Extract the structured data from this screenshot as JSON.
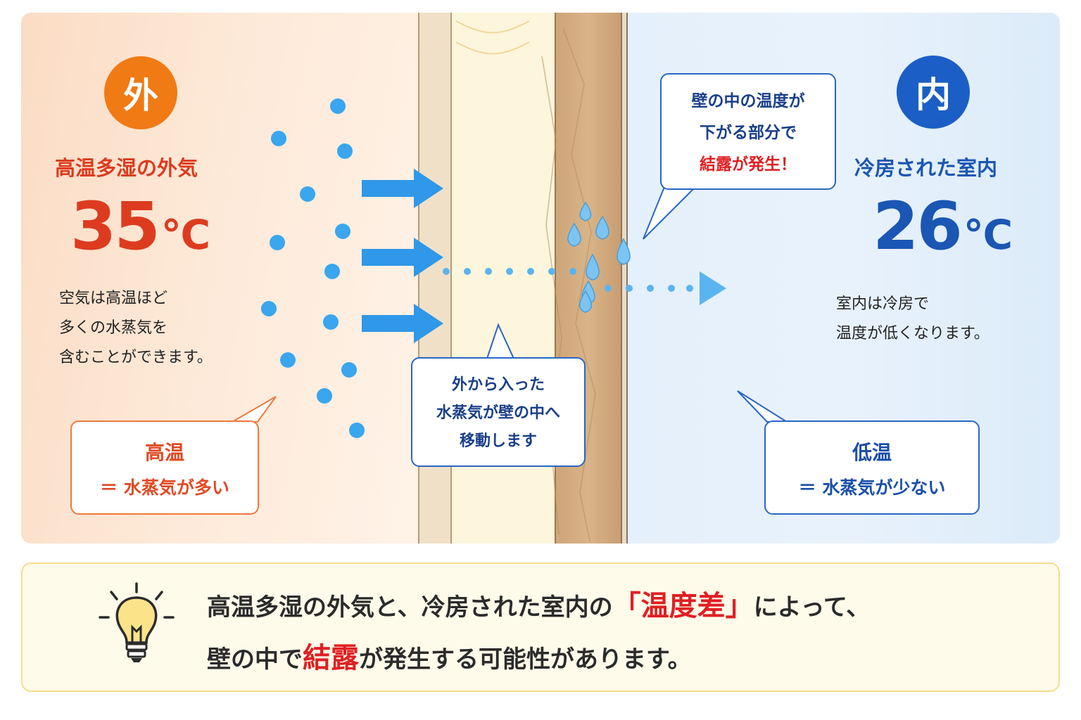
{
  "outside": {
    "badge": "外",
    "heading": "高温多湿の外気",
    "temperature": "35",
    "unit": "℃",
    "body_lines": [
      "空気は高温ほど",
      "多くの水蒸気を",
      "含むことができます。"
    ],
    "callout_title": "高温",
    "callout_sub": "＝ 水蒸気が多い"
  },
  "inside": {
    "badge": "内",
    "heading": "冷房された室内",
    "temperature": "26",
    "unit": "℃",
    "body_lines": [
      "室内は冷房で",
      "温度が低くなります。"
    ],
    "callout_title": "低温",
    "callout_sub": "＝ 水蒸気が少ない"
  },
  "wall_callout": {
    "lines": [
      "外から入った",
      "水蒸気が壁の中へ",
      "移動します"
    ]
  },
  "condensation_callout": {
    "lines": [
      "壁の中の温度が",
      "下がる部分で"
    ],
    "alert": "結露が発生！"
  },
  "summary": {
    "line1_a": "高温多湿の外気と、冷房された室内の",
    "line1_hl": "「温度差」",
    "line1_b": "によって、",
    "line2_a": "壁の中で",
    "line2_hl": "結露",
    "line2_b": "が発生する可能性があります。"
  },
  "colors": {
    "outside_accent": "#f07a14",
    "outside_text": "#dd3b1f",
    "inside_accent": "#1b5fc6",
    "inside_text": "#1a56b3",
    "vapor": "#3aa6ee",
    "alert": "#e01f22"
  }
}
